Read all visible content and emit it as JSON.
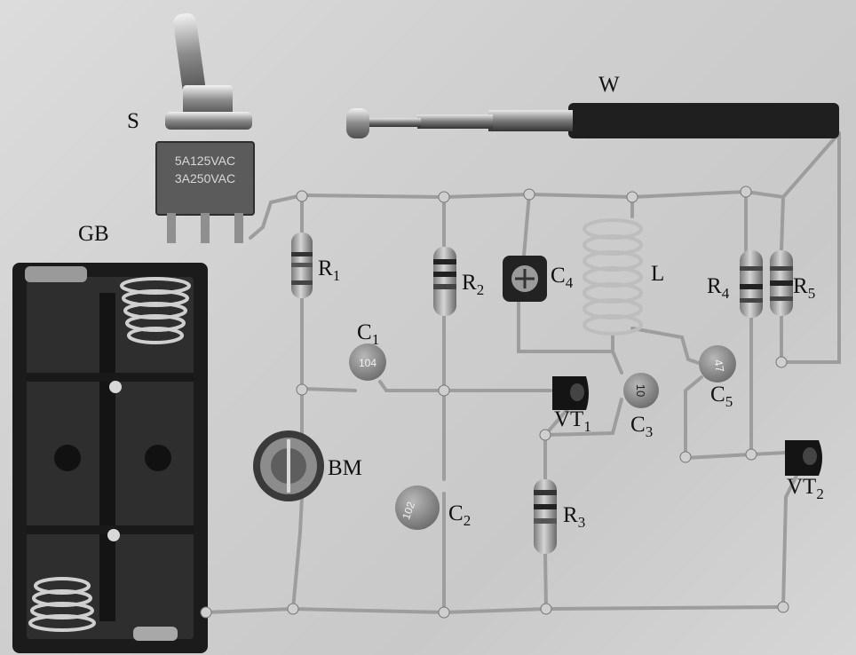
{
  "labels": {
    "S": {
      "main": "S",
      "sub": ""
    },
    "W": {
      "main": "W",
      "sub": ""
    },
    "GB": {
      "main": "GB",
      "sub": ""
    },
    "R1": {
      "main": "R",
      "sub": "1"
    },
    "R2": {
      "main": "R",
      "sub": "2"
    },
    "C4": {
      "main": "C",
      "sub": "4"
    },
    "L": {
      "main": "L",
      "sub": ""
    },
    "R4": {
      "main": "R",
      "sub": "4"
    },
    "R5": {
      "main": "R",
      "sub": "5"
    },
    "C1": {
      "main": "C",
      "sub": "1"
    },
    "VT1": {
      "main": "VT",
      "sub": "1"
    },
    "C3": {
      "main": "C",
      "sub": "3"
    },
    "C5": {
      "main": "C",
      "sub": "5"
    },
    "BM": {
      "main": "BM",
      "sub": ""
    },
    "C2": {
      "main": "C",
      "sub": "2"
    },
    "R3": {
      "main": "R",
      "sub": "3"
    },
    "VT2": {
      "main": "VT",
      "sub": "2"
    }
  },
  "markings": {
    "switch_line1": "5A125VAC",
    "switch_line2": "3A250VAC",
    "c1_value": "104",
    "c2_value": "102",
    "c3_value": "10",
    "c5_value": "47"
  }
}
